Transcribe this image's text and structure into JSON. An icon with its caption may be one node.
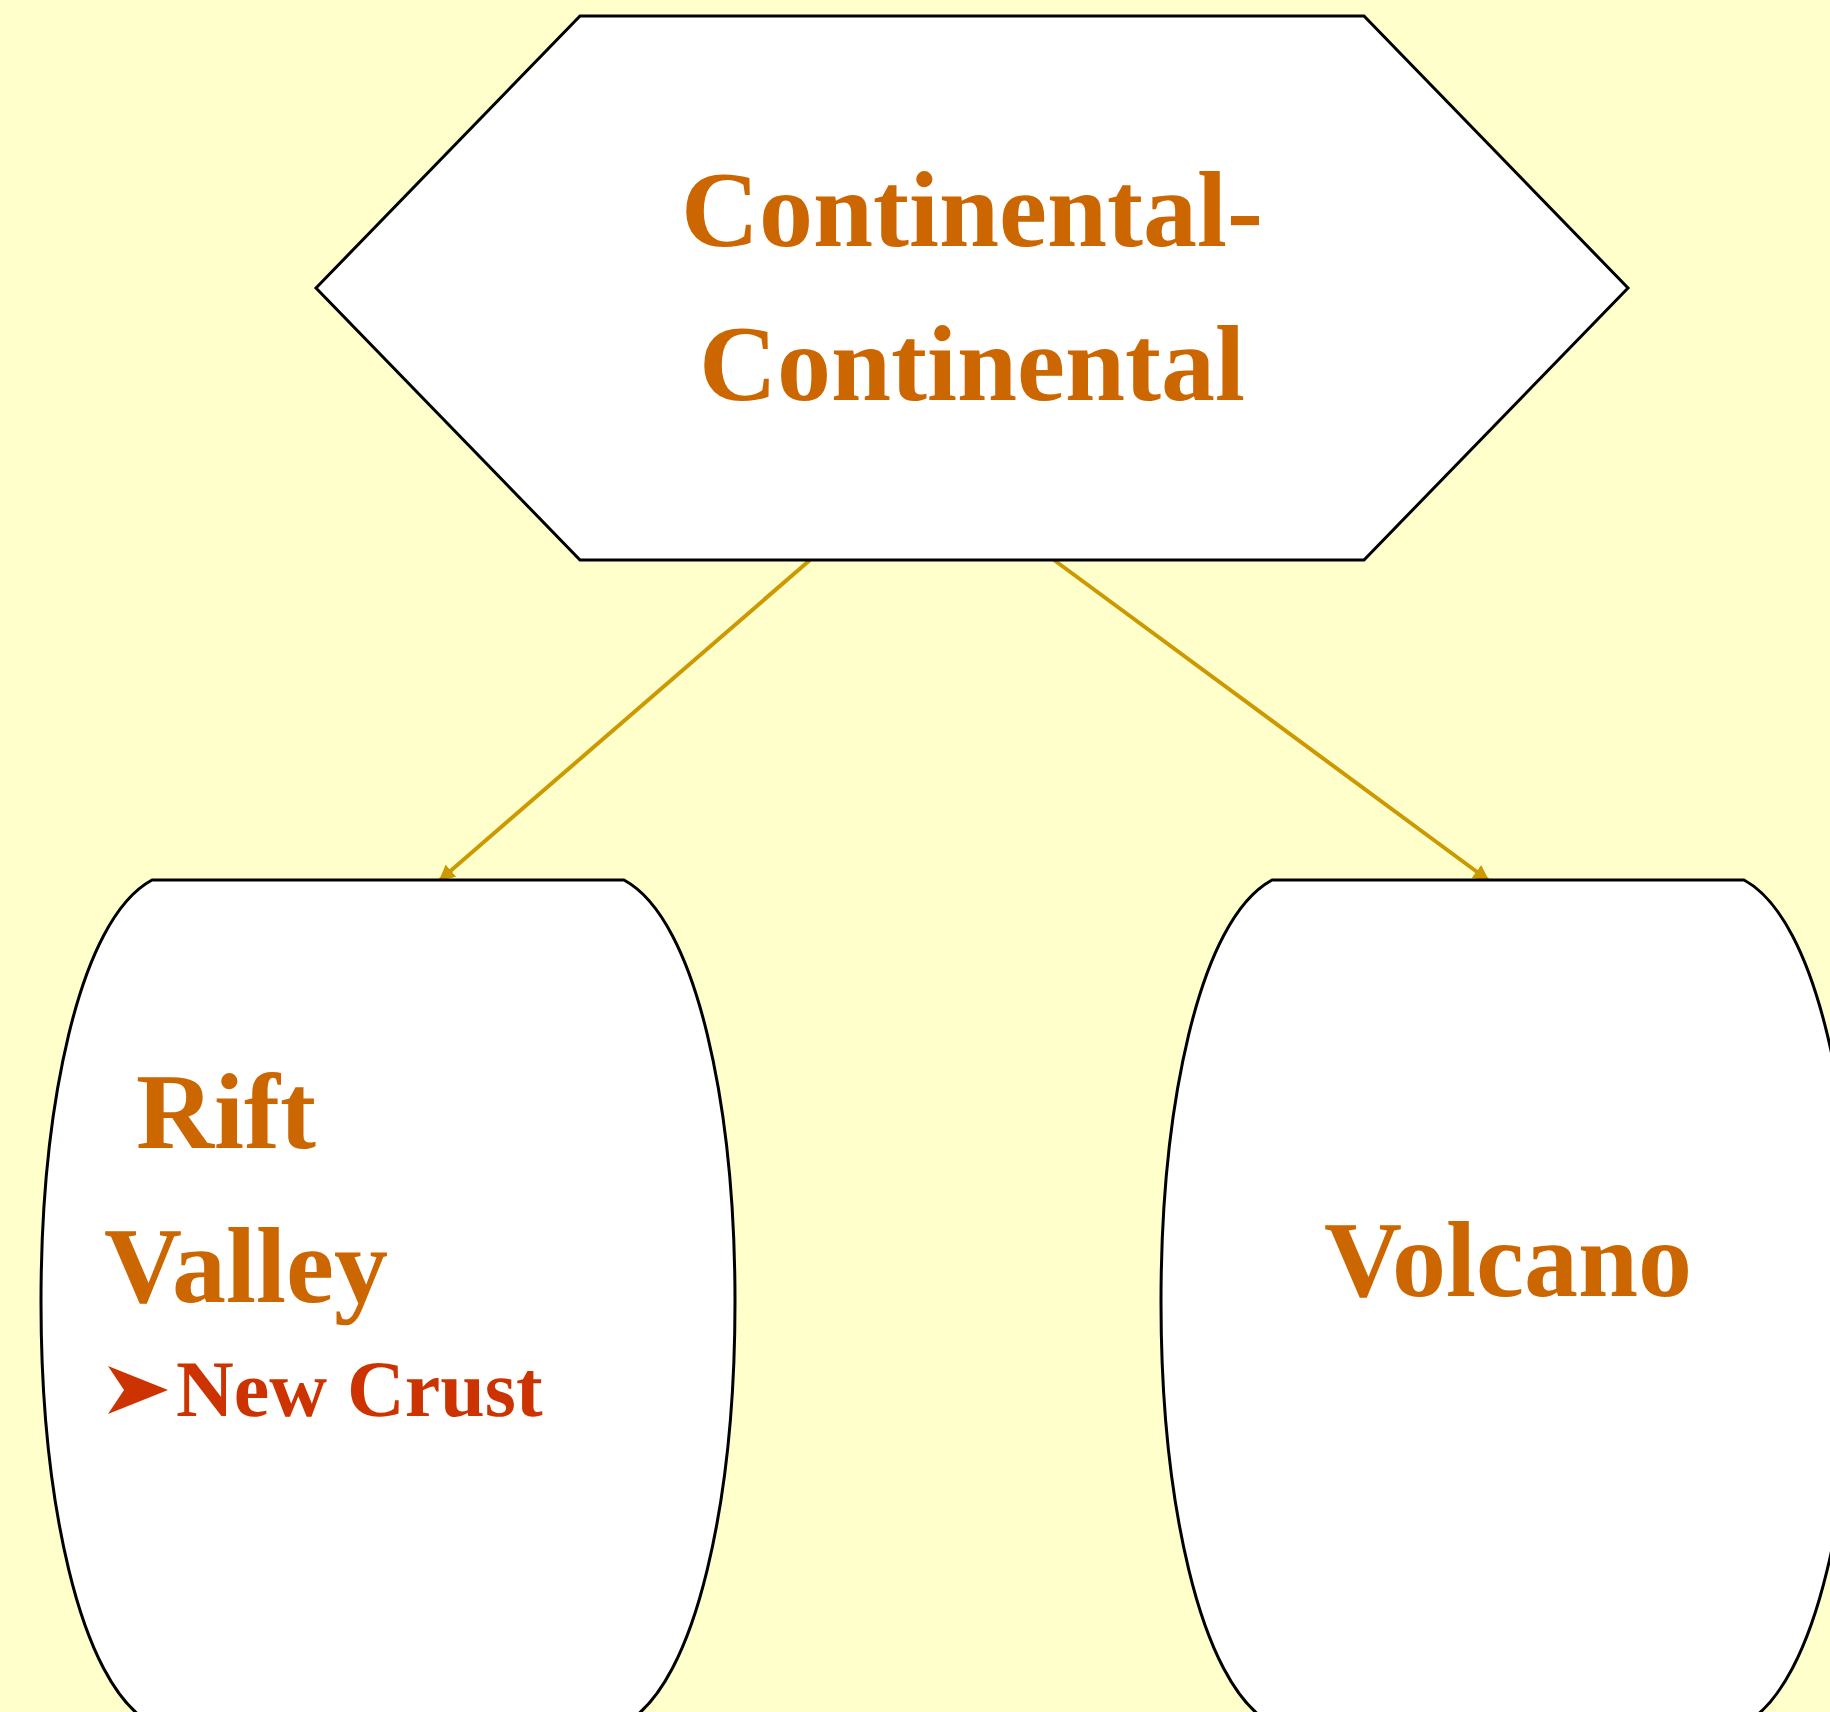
{
  "diagram": {
    "nodes": [
      {
        "text": [
          "Continental- Continental"
        ]
      },
      {
        "text": [
          "Rift Valley",
          "New Crust"
        ]
      },
      {
        "text": [
          "Volcano"
        ]
      }
    ],
    "edges": [
      {
        "from": 0,
        "to": 1,
        "arrow": "to"
      },
      {
        "from": 0,
        "to": 2,
        "arrow": "to"
      }
    ]
  }
}
